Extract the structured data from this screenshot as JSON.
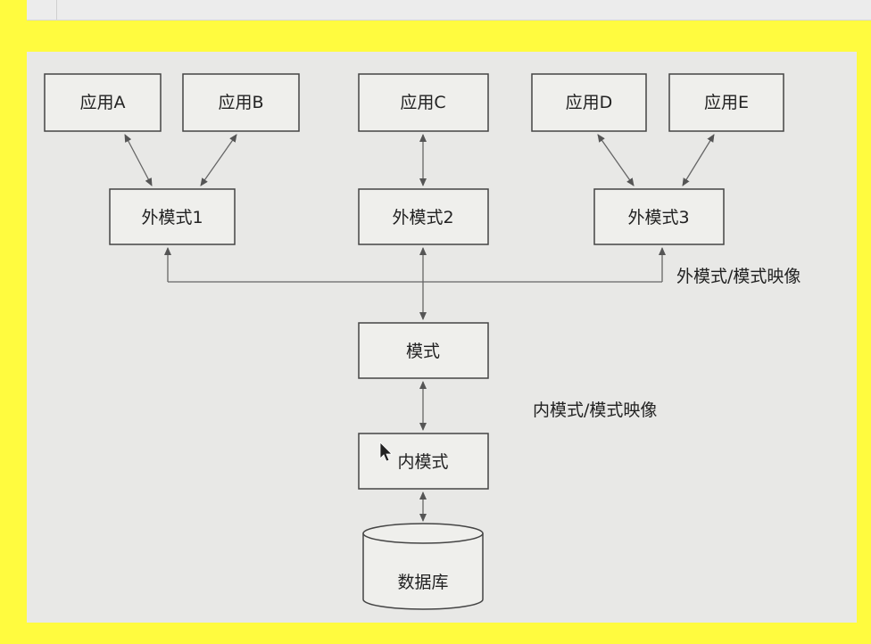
{
  "apps": [
    "应用A",
    "应用B",
    "应用C",
    "应用D",
    "应用E"
  ],
  "external_schemas": [
    "外模式1",
    "外模式2",
    "外模式3"
  ],
  "mapping_labels": {
    "external_schema_mapping": "外模式/模式映像",
    "internal_schema_mapping": "内模式/模式映像"
  },
  "schema": "模式",
  "internal_schema": "内模式",
  "database": "数据库",
  "colors": {
    "page_background": "#FFFB3F",
    "figure_background": "#E8E8E6",
    "box_fill": "#EFEFEC",
    "stroke": "#444444"
  }
}
